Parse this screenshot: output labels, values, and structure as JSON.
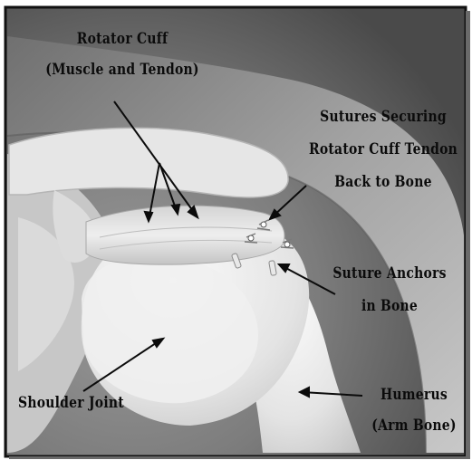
{
  "title": "",
  "labels": {
    "rotator_cuff": [
      "Rotator Cuff",
      "(Muscle and Tendon)"
    ],
    "sutures": [
      "Sutures Securing",
      "Rotator Cuff Tendon",
      "Back to Bone"
    ],
    "anchors": [
      "Suture Anchors",
      "in Bone"
    ],
    "shoulder_joint": [
      "Shoulder Joint"
    ],
    "humerus": [
      "Humerus",
      "(Arm Bone)"
    ]
  }
}
